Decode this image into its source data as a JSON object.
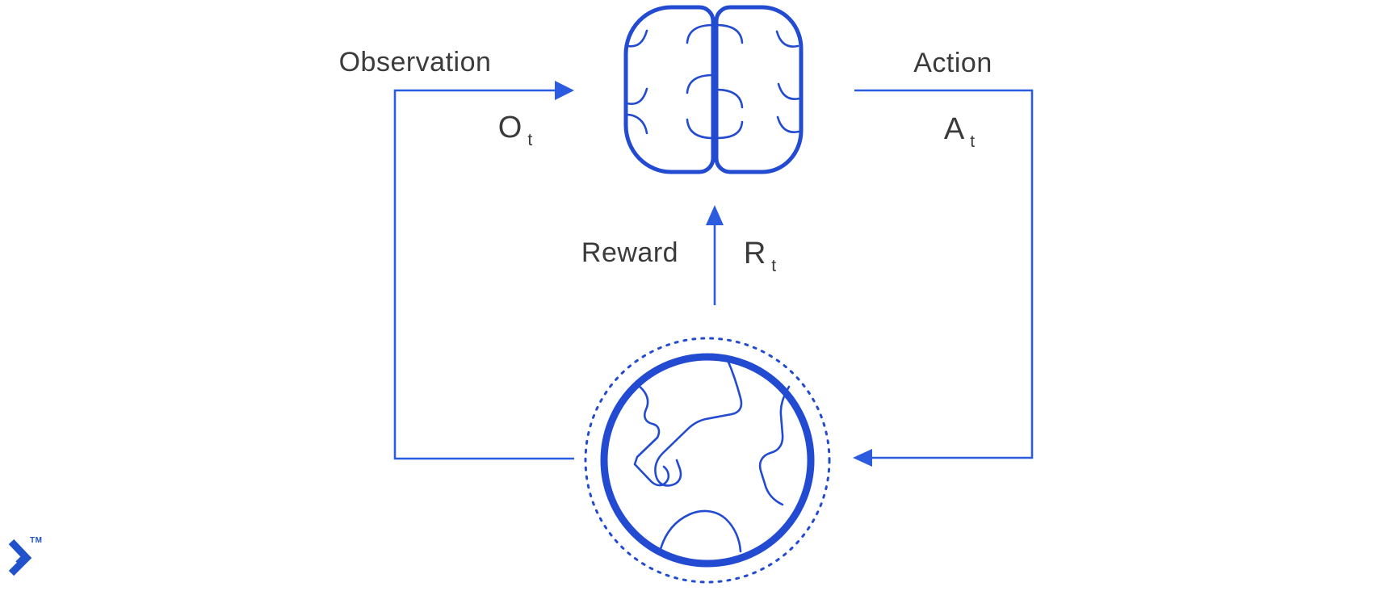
{
  "diagram": {
    "colors": {
      "line_blue": "#2b5ce0",
      "shape_blue": "#234bd2",
      "text_dark": "#3b3b3b",
      "logo_blue": "#2152cc",
      "background": "#ffffff"
    },
    "agent": {
      "icon": "brain-icon"
    },
    "environment": {
      "icon": "globe-icon"
    },
    "flows": {
      "observation": {
        "label": "Observation",
        "symbol": "O",
        "subscript": "t",
        "from": "environment",
        "to": "agent"
      },
      "action": {
        "label": "Action",
        "symbol": "A",
        "subscript": "t",
        "from": "agent",
        "to": "environment"
      },
      "reward": {
        "label": "Reward",
        "symbol": "R",
        "subscript": "t",
        "from": "environment",
        "to": "agent"
      }
    },
    "branding": {
      "logo": "toptal-logo-icon",
      "trademark": "TM"
    }
  }
}
